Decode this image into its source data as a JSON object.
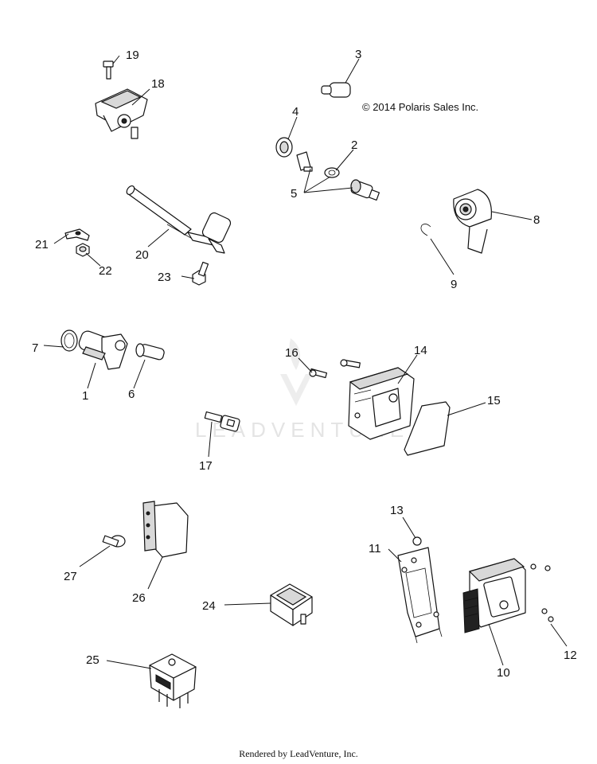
{
  "copyright": "© 2014 Polaris Sales Inc.",
  "footer": "Rendered by LeadVenture, Inc.",
  "watermark": "LEADVENTURE",
  "callouts": {
    "c1": "1",
    "c2": "2",
    "c3": "3",
    "c4": "4",
    "c5": "5",
    "c6": "6",
    "c7": "7",
    "c8": "8",
    "c9": "9",
    "c10": "10",
    "c11": "11",
    "c12": "12",
    "c13": "13",
    "c14": "14",
    "c15": "15",
    "c16": "16",
    "c17": "17",
    "c18": "18",
    "c19": "19",
    "c20": "20",
    "c21": "21",
    "c22": "22",
    "c23": "23",
    "c24": "24",
    "c25": "25",
    "c26": "26",
    "c27": "27"
  }
}
